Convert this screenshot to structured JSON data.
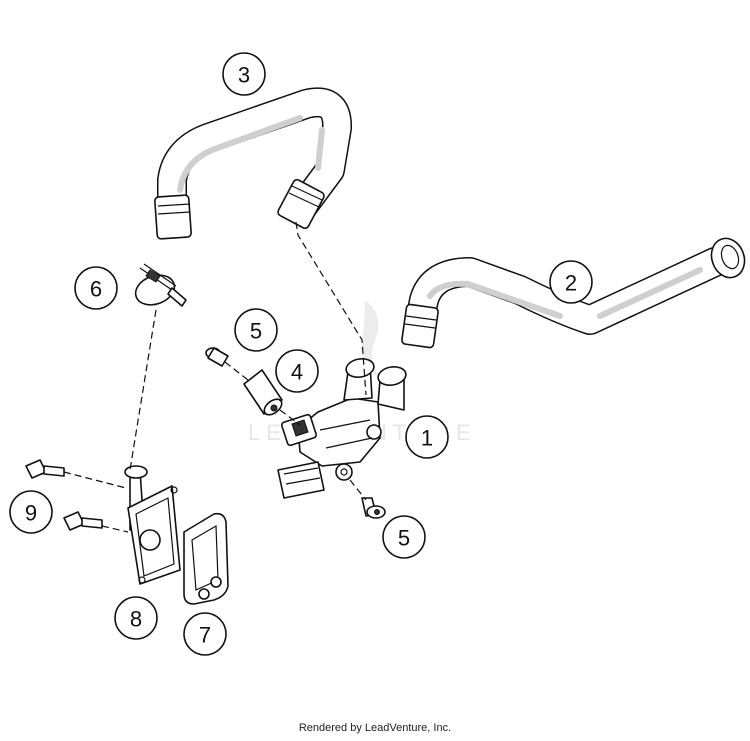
{
  "diagram": {
    "callouts": [
      {
        "id": "callout-1",
        "label": "1"
      },
      {
        "id": "callout-2",
        "label": "2"
      },
      {
        "id": "callout-3",
        "label": "3"
      },
      {
        "id": "callout-4",
        "label": "4"
      },
      {
        "id": "callout-5a",
        "label": "5"
      },
      {
        "id": "callout-5b",
        "label": "5"
      },
      {
        "id": "callout-6",
        "label": "6"
      },
      {
        "id": "callout-7",
        "label": "7"
      },
      {
        "id": "callout-8",
        "label": "8"
      },
      {
        "id": "callout-9",
        "label": "9"
      }
    ],
    "watermark_text": "LEADVENTURE",
    "credit": "Rendered by LeadVenture, Inc."
  },
  "colors": {
    "line": "#111111",
    "watermark": "#e6e6e6",
    "background": "#ffffff"
  }
}
